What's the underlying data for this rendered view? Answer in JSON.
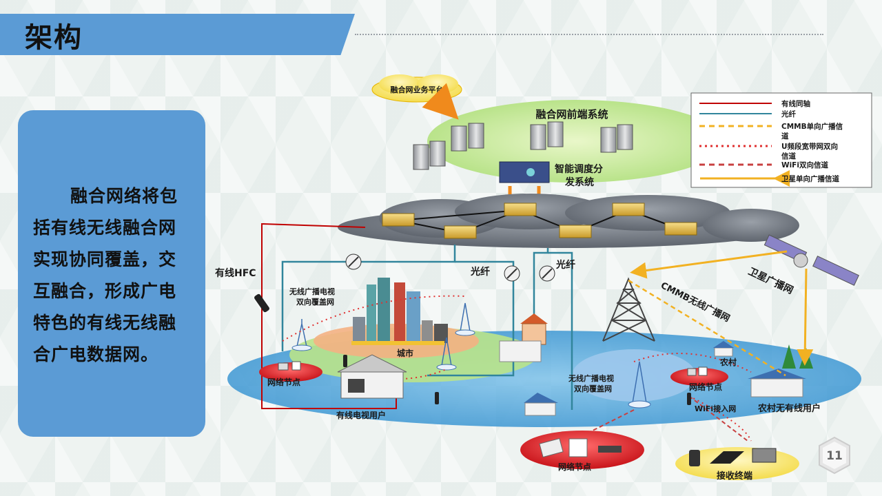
{
  "slide": {
    "title": "架构",
    "page_number": "11",
    "side_text": "融合网络将包括有线无线融合网实现协同覆盖，交互融合，形成广电特色的有线无线融合广电数据网。"
  },
  "diagram": {
    "platform": "融合网业务平台",
    "front_end": "融合网前端系统",
    "scheduler_line1": "智能调度分",
    "scheduler_line2": "发系统",
    "hfc": "有线HFC",
    "fiber_a": "光纤",
    "fiber_b": "光纤",
    "wireless_city_line1": "无线广播电视",
    "wireless_city_line2": "双向覆盖网",
    "city": "城市",
    "node_left": "网络节点",
    "cable_user": "有线电视用户",
    "wireless_rural_line1": "无线广播电视",
    "wireless_rural_line2": "双向覆盖网",
    "cmmb_net": "CMMB无线广播网",
    "satellite_net": "卫星广播网",
    "village": "农村",
    "node_right": "网络节点",
    "wifi_net": "WiFi接入网",
    "rural_user": "农村无有线用户",
    "node_bottom": "网络节点",
    "terminal": "接收终端"
  },
  "legend": [
    {
      "line1": "有线同轴",
      "line2": "",
      "color": "#c00000",
      "style": "solid"
    },
    {
      "line1": "光纤",
      "line2": "",
      "color": "#31859c",
      "style": "solid"
    },
    {
      "line1": "CMMB单向广播信",
      "line2": "道",
      "color": "#f2b122",
      "style": "dash"
    },
    {
      "line1": "U频段宽带网双向",
      "line2": "信道",
      "color": "#e03030",
      "style": "dot"
    },
    {
      "line1": "WiFi双向信道",
      "line2": "",
      "color": "#c84040",
      "style": "dash"
    },
    {
      "line1": "卫星单向广播信道",
      "line2": "",
      "color": "#f2b122",
      "style": "arrow"
    }
  ],
  "colors": {
    "accent_blue": "#5b9bd5",
    "coax_red": "#c00000",
    "fiber_teal": "#31859c",
    "cmmb_yellow": "#f2b122"
  }
}
